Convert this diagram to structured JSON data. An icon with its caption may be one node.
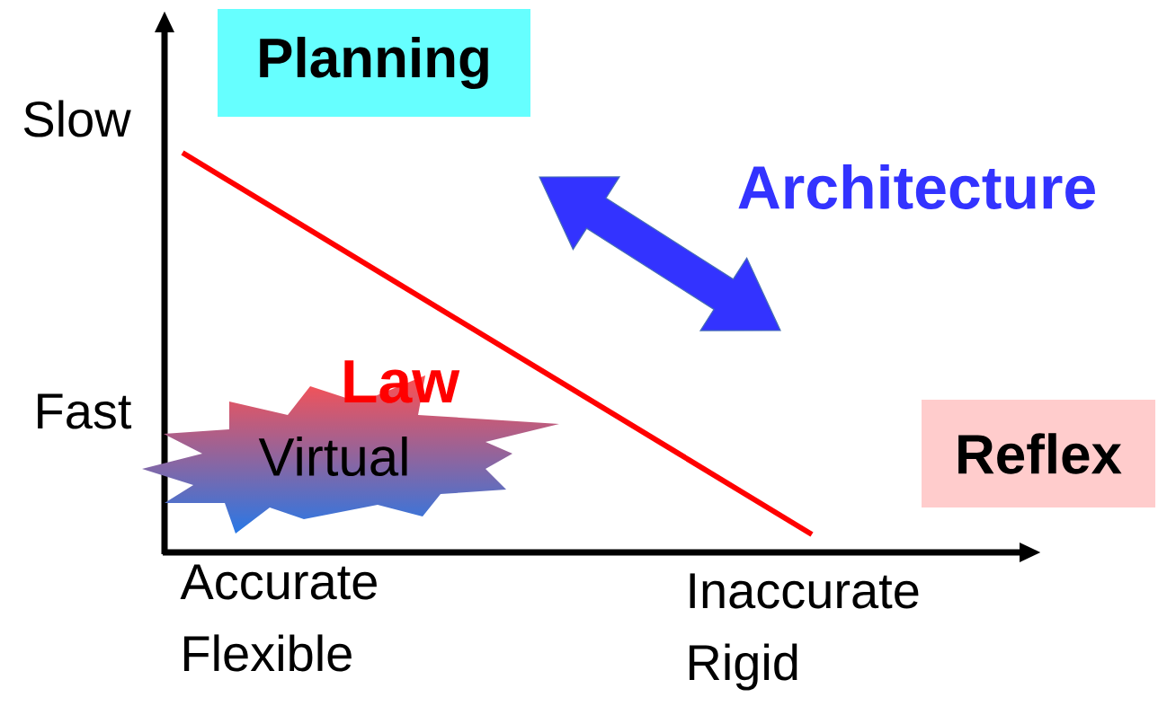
{
  "diagram": {
    "nodes": [
      {
        "text": [
          "Planning"
        ]
      },
      {
        "text": [
          "Reflex"
        ]
      },
      {
        "text": [
          "Virtual"
        ]
      }
    ],
    "labels": [
      "Slow",
      "Fast",
      "Architecture",
      "Law",
      "Accurate Flexible",
      "Inaccurate Rigid"
    ]
  }
}
